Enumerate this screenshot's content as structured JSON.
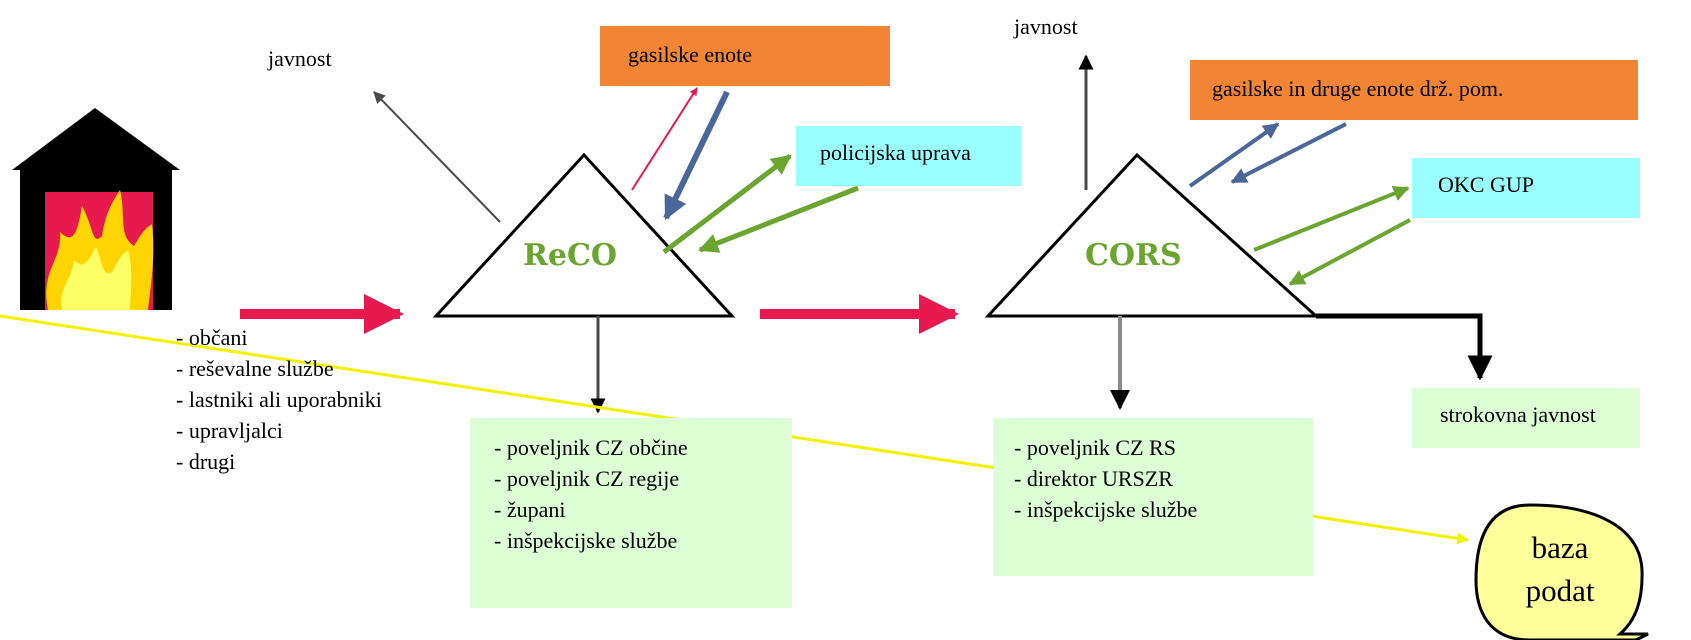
{
  "colors": {
    "red_arrow": "#e8194f",
    "blue_arrow": "#4a679a",
    "green_arrow": "#6aa62f",
    "gray_arrow": "#4a4a4a",
    "yellow_line": "#f2f200",
    "orange_box": "#f28535",
    "cyan_box": "#99ffff",
    "light_green_box": "#ddffd6",
    "bubble_fill": "#ffff9c",
    "title_green": "#6aa62f"
  },
  "icons": {
    "house": "burning-house-icon"
  },
  "left": {
    "sources": [
      "- občani",
      "- reševalne službe",
      "- lastniki ali uporabniki",
      "- upravljalci",
      "- drugi"
    ]
  },
  "reco": {
    "title": "ReCO",
    "public_label": "javnost",
    "fire_units": "gasilske enote",
    "police": "policijska uprava",
    "recipients": [
      "- poveljnik CZ občine",
      "- poveljnik CZ regije",
      "- župani",
      "- inšpekcijske službe"
    ]
  },
  "cors": {
    "title": "CORS",
    "public_label": "javnost",
    "fire_units": "gasilske in druge enote drž. pom.",
    "okc": "OKC GUP",
    "recipients": [
      "- poveljnik CZ RS",
      "- direktor URSZR",
      "- inšpekcijske službe"
    ],
    "professional_public": "strokovna javnost",
    "database": "baza podat"
  }
}
